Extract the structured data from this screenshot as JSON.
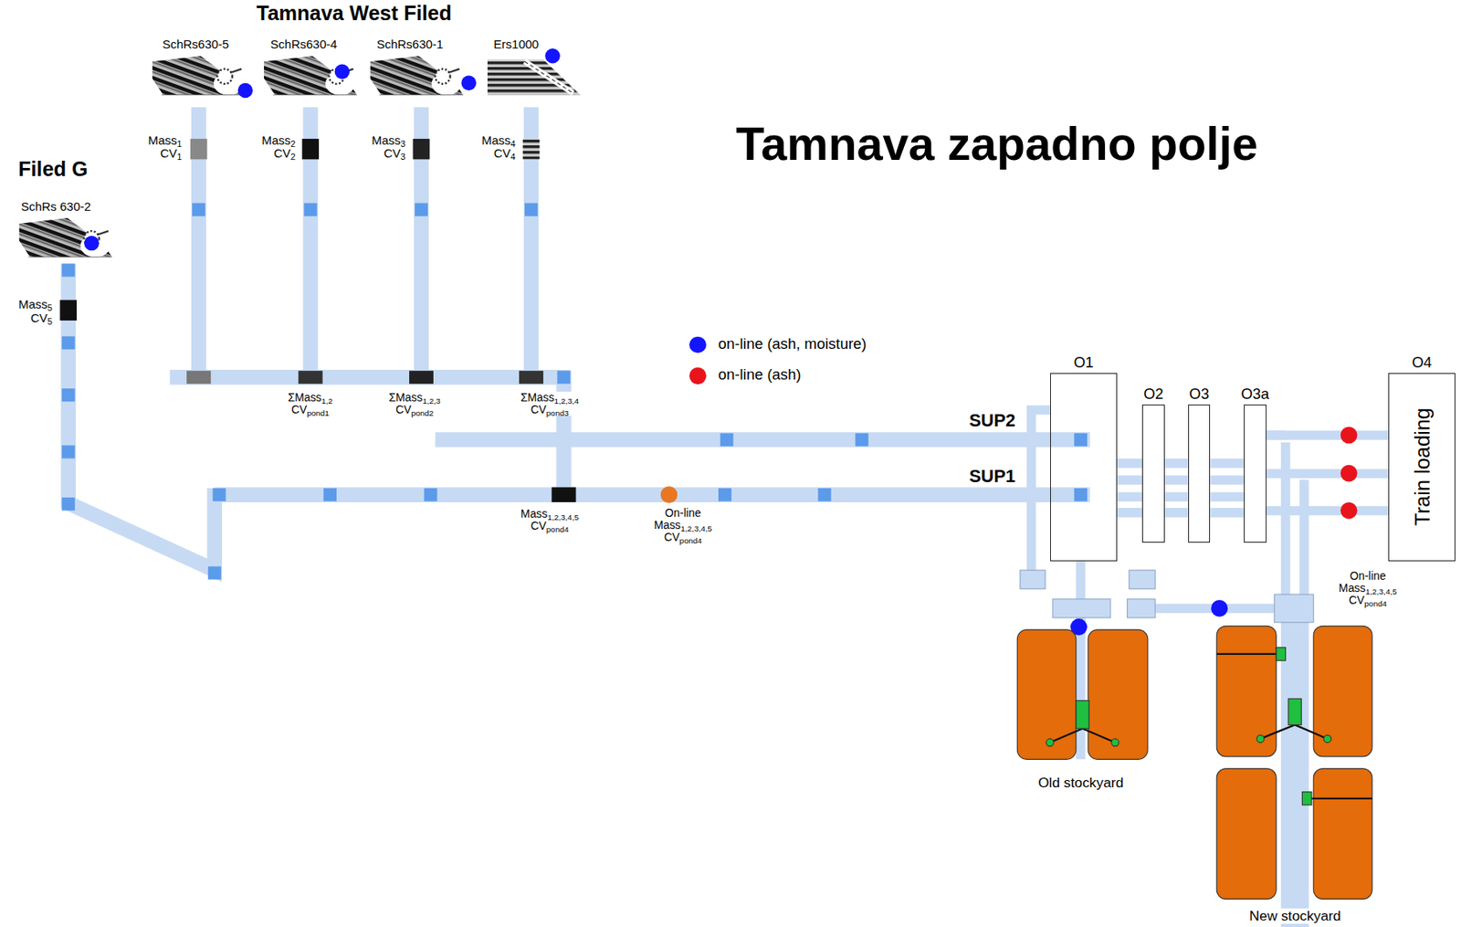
{
  "diagram": {
    "title": "Tamnava zapadno polje",
    "nodes": [
      {
        "text": [
          "O1"
        ]
      },
      {
        "text": [
          "O2"
        ]
      },
      {
        "text": [
          "O3"
        ]
      },
      {
        "text": [
          "O3a"
        ]
      },
      {
        "text": [
          "O4",
          "Train loading"
        ]
      }
    ],
    "edges": [
      {
        "from": 0,
        "to": 1,
        "arrow": "none"
      },
      {
        "from": 1,
        "to": 2,
        "arrow": "none"
      },
      {
        "from": 2,
        "to": 3,
        "arrow": "none"
      },
      {
        "from": 3,
        "to": 4,
        "arrow": "none"
      }
    ],
    "labels": [
      "Tamnava West Filed",
      "SchRs630-5",
      "SchRs630-4",
      "SchRs630-1",
      "Ers1000",
      "Filed G",
      "SchRs 630-2",
      "Mass1 CV1",
      "Mass2 CV2",
      "Mass3 CV3",
      "Mass4 CV4",
      "Mass5 CV5",
      "ΣMass1,2 CVpond1",
      "ΣMass1,2,3 CVpond2",
      "ΣMass1,2,3,4 CVpond3",
      "Mass1,2,3,4,5 CVpond4",
      "On-line Mass1,2,3,4,5 CVpond4",
      "SUP2",
      "SUP1",
      "On-line Mass1,2,3,4,5 CVpond4",
      "Old stockyard",
      "New stockyard"
    ],
    "legend": [
      {
        "text": "on-line (ash, moisture)",
        "color": "#1414ff"
      },
      {
        "text": "on-line (ash)",
        "color": "#e8141c"
      }
    ]
  }
}
